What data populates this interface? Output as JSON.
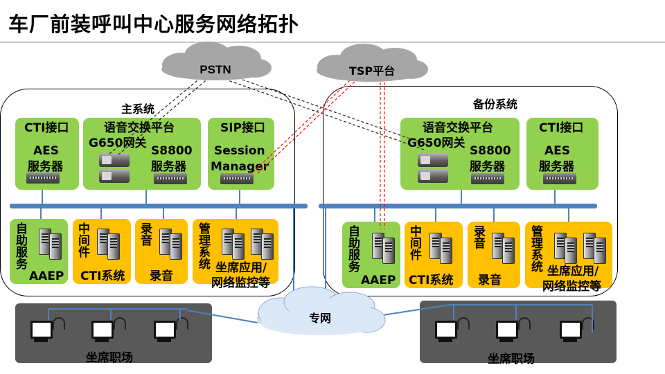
{
  "title": "车厂前装呼叫中心服务网络拓扑",
  "clouds": {
    "pstn": "PSTN",
    "tsp": "TSP平台",
    "private_net": "专网"
  },
  "main_system": {
    "label": "主系统",
    "cti": {
      "title": "CTI接口",
      "line1": "AES",
      "line2": "服务器"
    },
    "voice": {
      "title": "语音交换平台",
      "gateway": "G650网关",
      "server_name": "S8800",
      "server_role": "服务器"
    },
    "sip": {
      "title": "SIP接口",
      "line1": "Session",
      "line2": "Manager"
    },
    "aaep": {
      "vertical": "自助服务",
      "name": "AAEP"
    },
    "cti_sys": {
      "vertical": "中间件",
      "name": "CTI系统"
    },
    "record": {
      "vertical": "录音",
      "name": "录音"
    },
    "mgmt": {
      "vertical": "管理系统",
      "line1": "坐席应用/",
      "line2": "网络监控等"
    }
  },
  "backup_system": {
    "label": "备份系统",
    "voice": {
      "title": "语音交换平台",
      "gateway": "G650网关",
      "server_name": "S8800",
      "server_role": "服务器"
    },
    "cti": {
      "title": "CTI接口",
      "line1": "AES",
      "line2": "服务器"
    },
    "aaep": {
      "vertical": "自助服务",
      "name": "AAEP"
    },
    "cti_sys": {
      "vertical": "中间件",
      "name": "CTI系统"
    },
    "record": {
      "vertical": "录音",
      "name": "录音"
    },
    "mgmt": {
      "vertical": "管理系统",
      "line1": "坐席应用/",
      "line2": "网络监控等"
    }
  },
  "seat_areas": {
    "left_label": "坐席职场",
    "right_label": "坐席职场"
  },
  "colors": {
    "module_green": "#92d050",
    "module_orange": "#ffc000",
    "bus_blue": "#4f81bd",
    "seat_gray": "#595959",
    "cloud_gray": "#a6a6a6",
    "tsp_link_red": "#ff0000"
  }
}
